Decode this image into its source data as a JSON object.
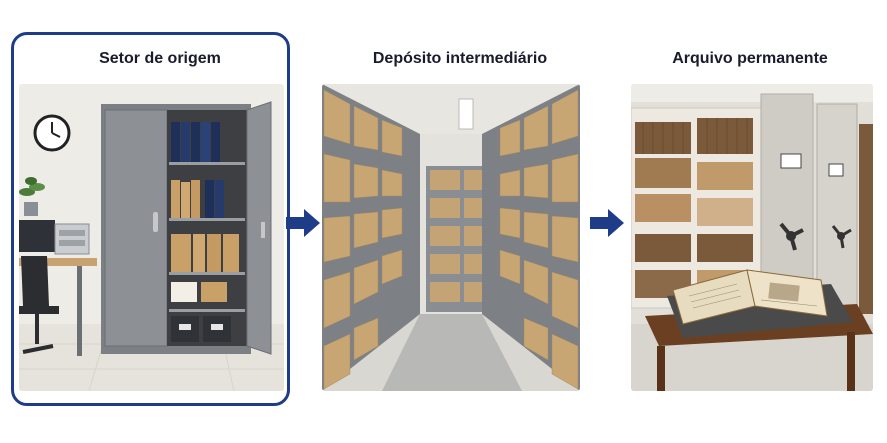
{
  "stages": [
    {
      "title": "Setor de origem"
    },
    {
      "title": "Depósito intermediário"
    },
    {
      "title": "Arquivo permanente"
    }
  ],
  "colors": {
    "accent": "#1f3c88",
    "arrow": "#1f3c88",
    "title_text": "#1b1b2f"
  },
  "icons": [
    "arrow-right-icon",
    "arrow-right-icon"
  ]
}
